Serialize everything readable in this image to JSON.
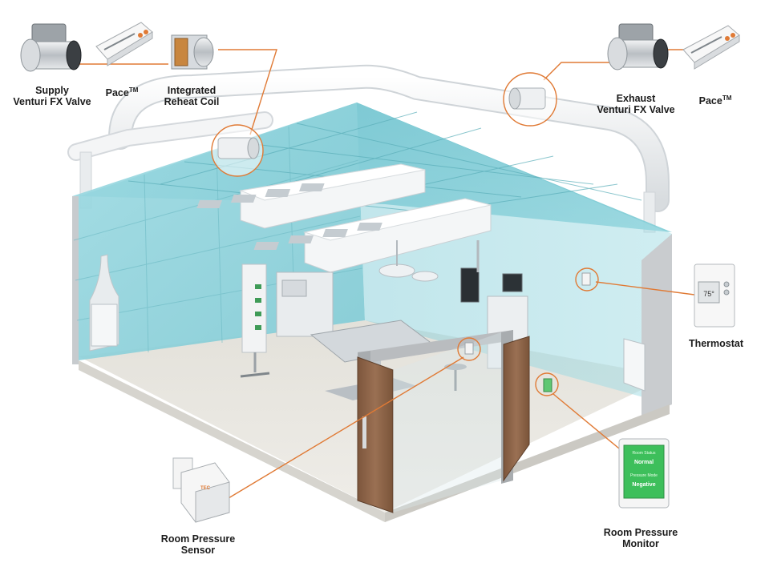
{
  "colors": {
    "callout_line": "#e07a35",
    "wall_teal": "#8fd3dd",
    "ceiling_teal": "#6fc4cf",
    "floor": "#ebe9e3",
    "door_wood": "#8a6247",
    "duct": "#eef0f1",
    "monitor_green": "#3dbf5b"
  },
  "labels": {
    "supply_valve": {
      "line1": "Supply",
      "line2": "Venturi FX Valve"
    },
    "pace_left": {
      "text": "Pace",
      "tm": "TM"
    },
    "reheat_coil": {
      "line1": "Integrated",
      "line2": "Reheat Coil"
    },
    "exhaust_valve": {
      "line1": "Exhaust",
      "line2": "Venturi FX Valve"
    },
    "pace_right": {
      "text": "Pace",
      "tm": "TM"
    },
    "thermostat": {
      "line1": "Thermostat"
    },
    "pressure_sensor": {
      "line1": "Room Pressure",
      "line2": "Sensor"
    },
    "pressure_monitor": {
      "line1": "Room Pressure",
      "line2": "Monitor"
    }
  },
  "devices": {
    "thermostat_reading": "75°",
    "monitor_screen_1_label": "Room Status",
    "monitor_screen_1_value": "Normal",
    "monitor_screen_2_label": "Pressure Mode",
    "monitor_screen_2_value": "Negative",
    "sensor_brand": "TEC"
  }
}
